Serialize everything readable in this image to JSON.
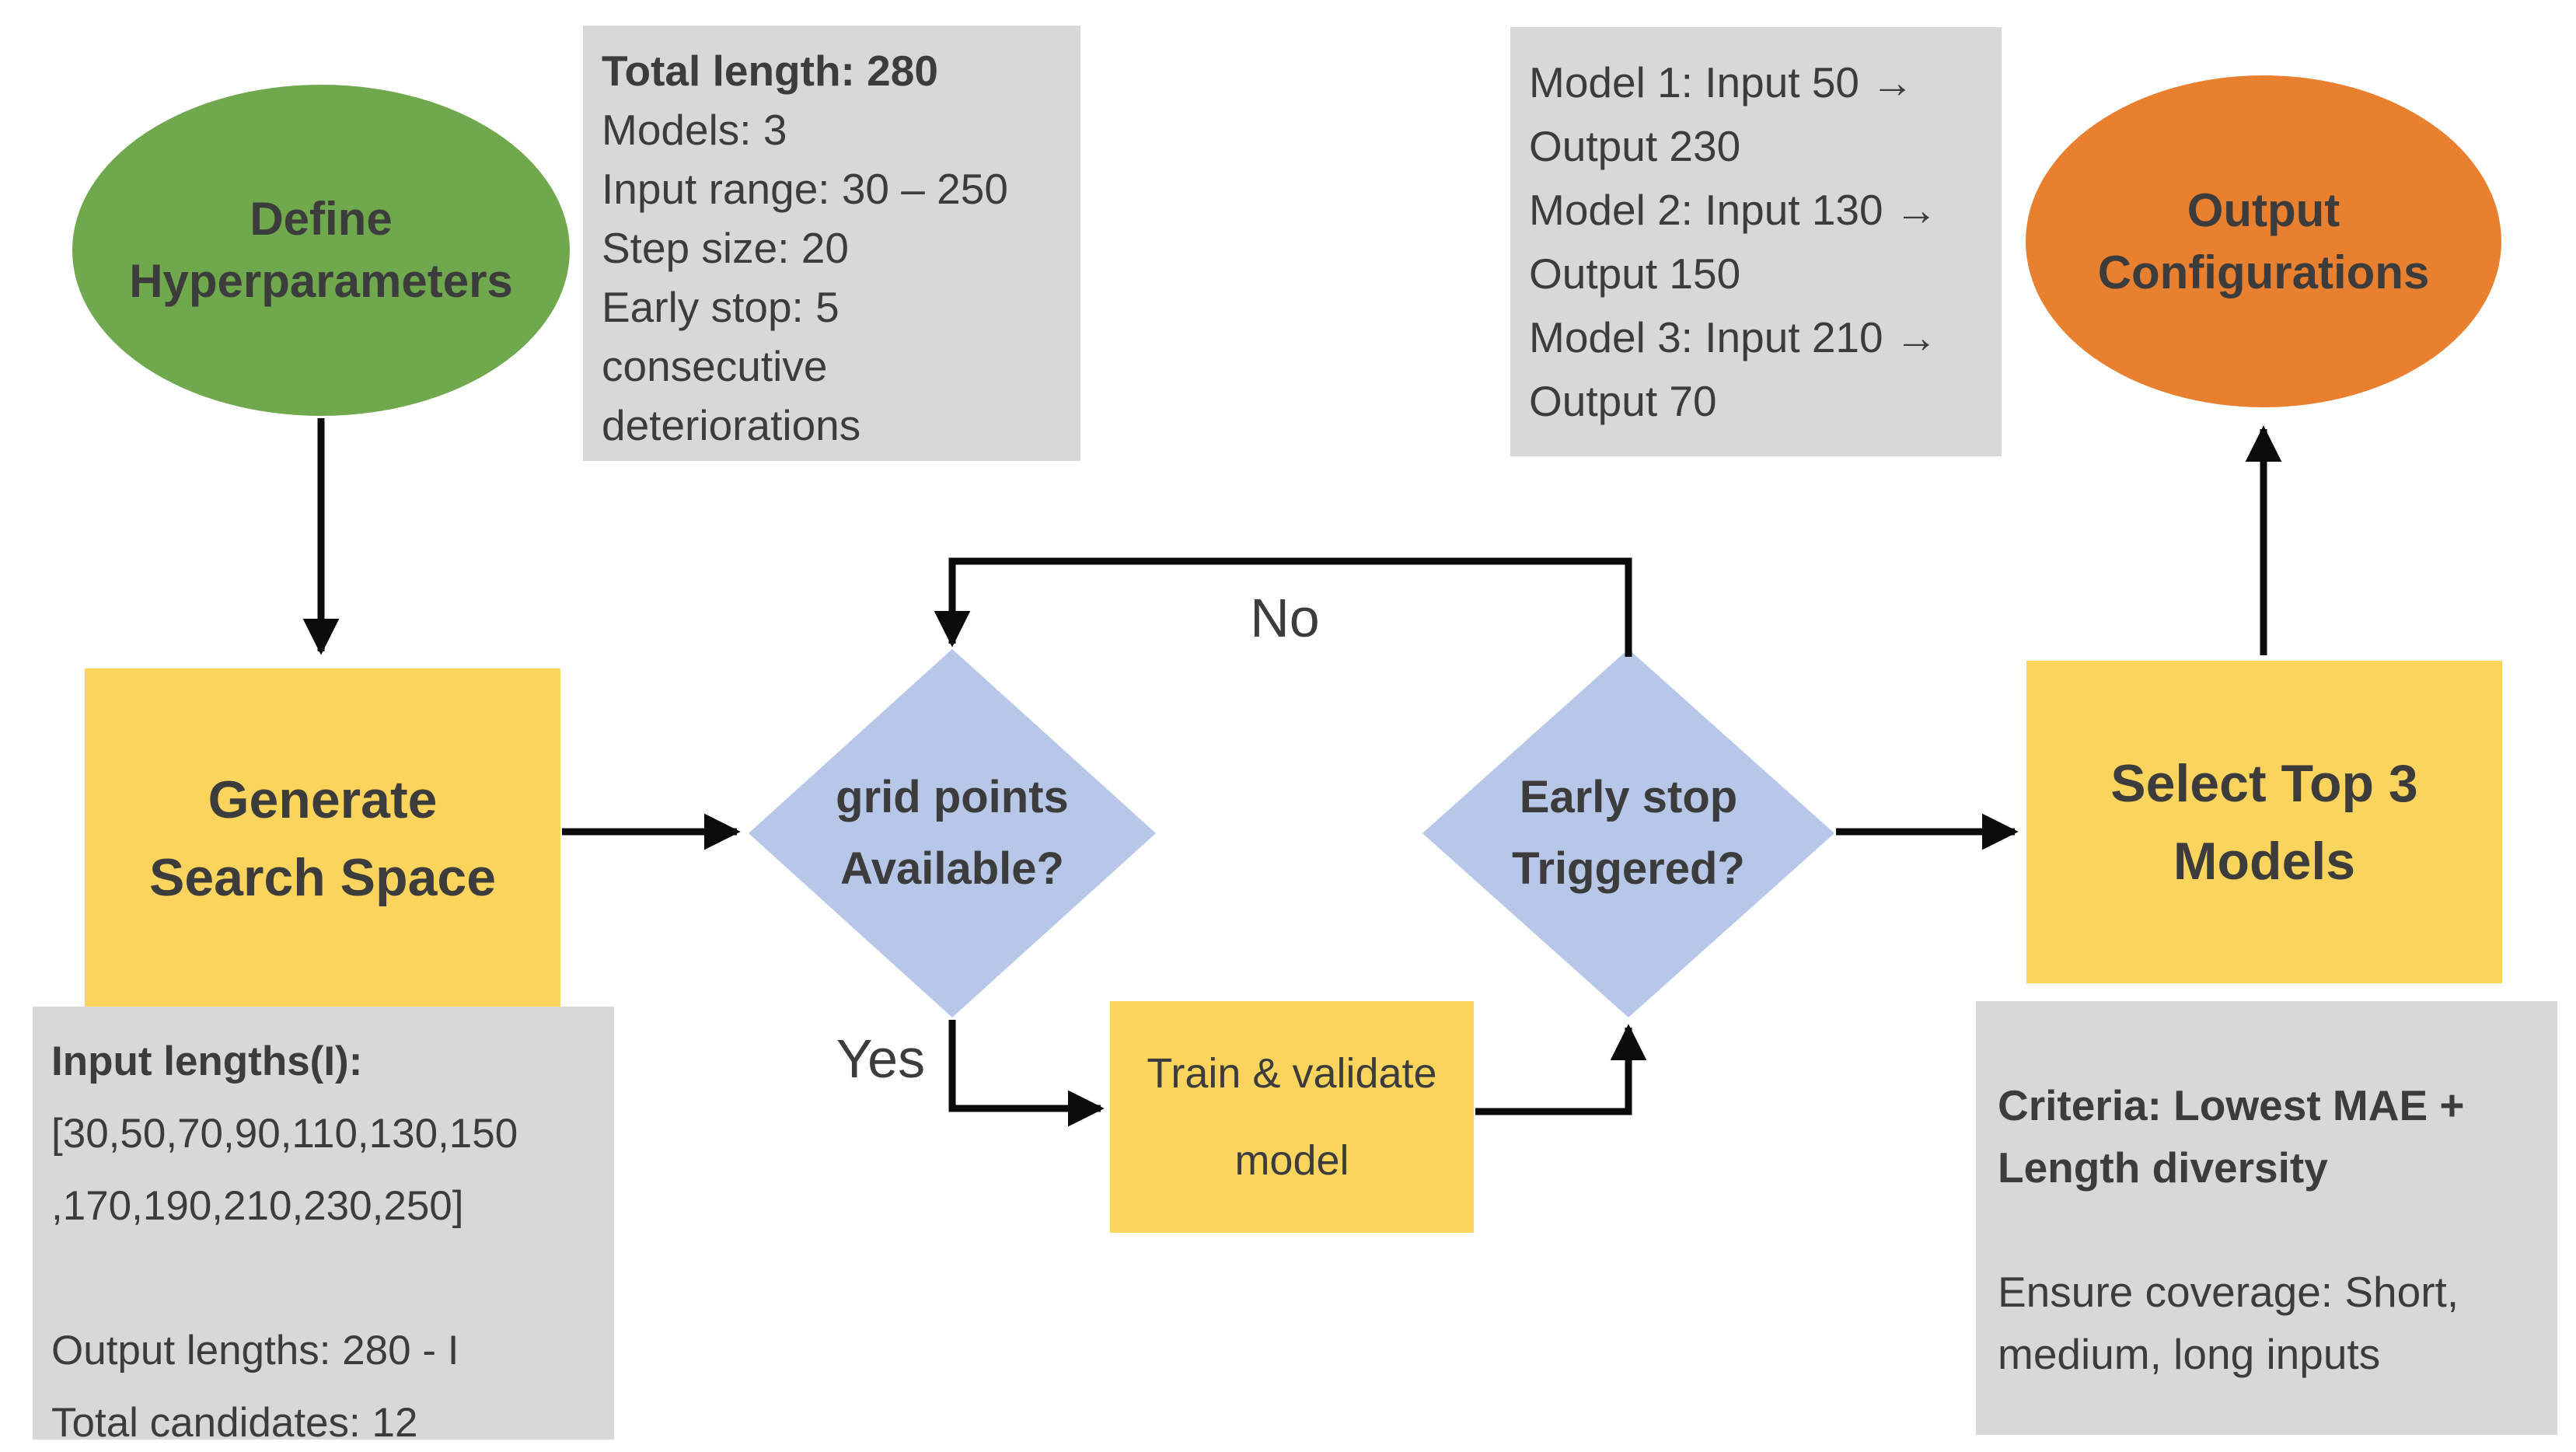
{
  "diagram_title": "Hyperparameter grid-search flowchart",
  "colors": {
    "start_green": "#6fa84d",
    "end_orange": "#e8802f",
    "process_yellow": "#fbd45e",
    "decision_blue": "#b7c7e8",
    "note_gray": "#d8d8d8",
    "text_dark": "#3c3c3c",
    "arrow_black": "#0b0b0b"
  },
  "nodes": {
    "define_hyperparameters": {
      "line1": "Define",
      "line2": "Hyperparameters"
    },
    "generate_search_space": {
      "line1": "Generate",
      "line2": "Search Space"
    },
    "grid_points_available": {
      "line1": "grid points",
      "line2": "Available?"
    },
    "train_validate_model": {
      "line1": "Train & validate",
      "line2": "model"
    },
    "early_stop_triggered": {
      "line1": "Early stop",
      "line2": "Triggered?"
    },
    "select_top_3_models": {
      "line1": "Select Top 3",
      "line2": "Models"
    },
    "output_configurations": {
      "line1": "Output",
      "line2": "Configurations"
    }
  },
  "edge_labels": {
    "no": "No",
    "yes": "Yes"
  },
  "notes": {
    "hyperparameters": {
      "line1": "Total length: 280",
      "line2": "Models: 3",
      "line3": "Input range: 30 – 250",
      "line4": "Step size: 20",
      "line5": "Early stop: 5",
      "line6": "consecutive",
      "line7": "deteriorations"
    },
    "model_configurations": {
      "line1": "Model 1: Input 50 →",
      "line2": "Output 230",
      "line3": "Model 2: Input 130 →",
      "line4": "Output 150",
      "line5": "Model 3: Input 210 →",
      "line6": "Output 70"
    },
    "search_space": {
      "line1": "Input lengths(I):",
      "line2": "[30,50,70,90,110,130,150",
      "line3": ",170,190,210,230,250]",
      "line4": "Output lengths: 280 - I",
      "line5": "Total candidates: 12"
    },
    "selection_criteria": {
      "line1": "Criteria: Lowest MAE +",
      "line2": "Length diversity",
      "line3": "Ensure coverage: Short,",
      "line4": "medium, long inputs"
    }
  }
}
